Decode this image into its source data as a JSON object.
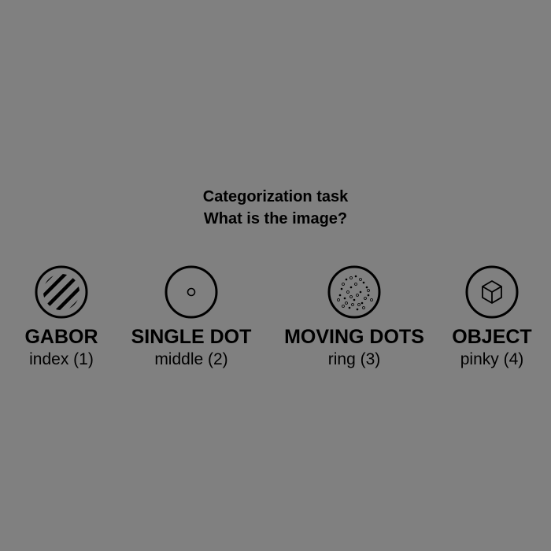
{
  "task": {
    "title": "Categorization task",
    "question": "What is the image?"
  },
  "options": [
    {
      "name": "GABOR",
      "key": "index (1)",
      "icon": "gabor-icon"
    },
    {
      "name": "SINGLE DOT",
      "key": "middle (2)",
      "icon": "single-dot-icon"
    },
    {
      "name": "MOVING DOTS",
      "key": "ring (3)",
      "icon": "moving-dots-icon"
    },
    {
      "name": "OBJECT",
      "key": "pinky (4)",
      "icon": "cube-icon"
    }
  ],
  "colors": {
    "background": "#808080",
    "foreground": "#000000"
  }
}
